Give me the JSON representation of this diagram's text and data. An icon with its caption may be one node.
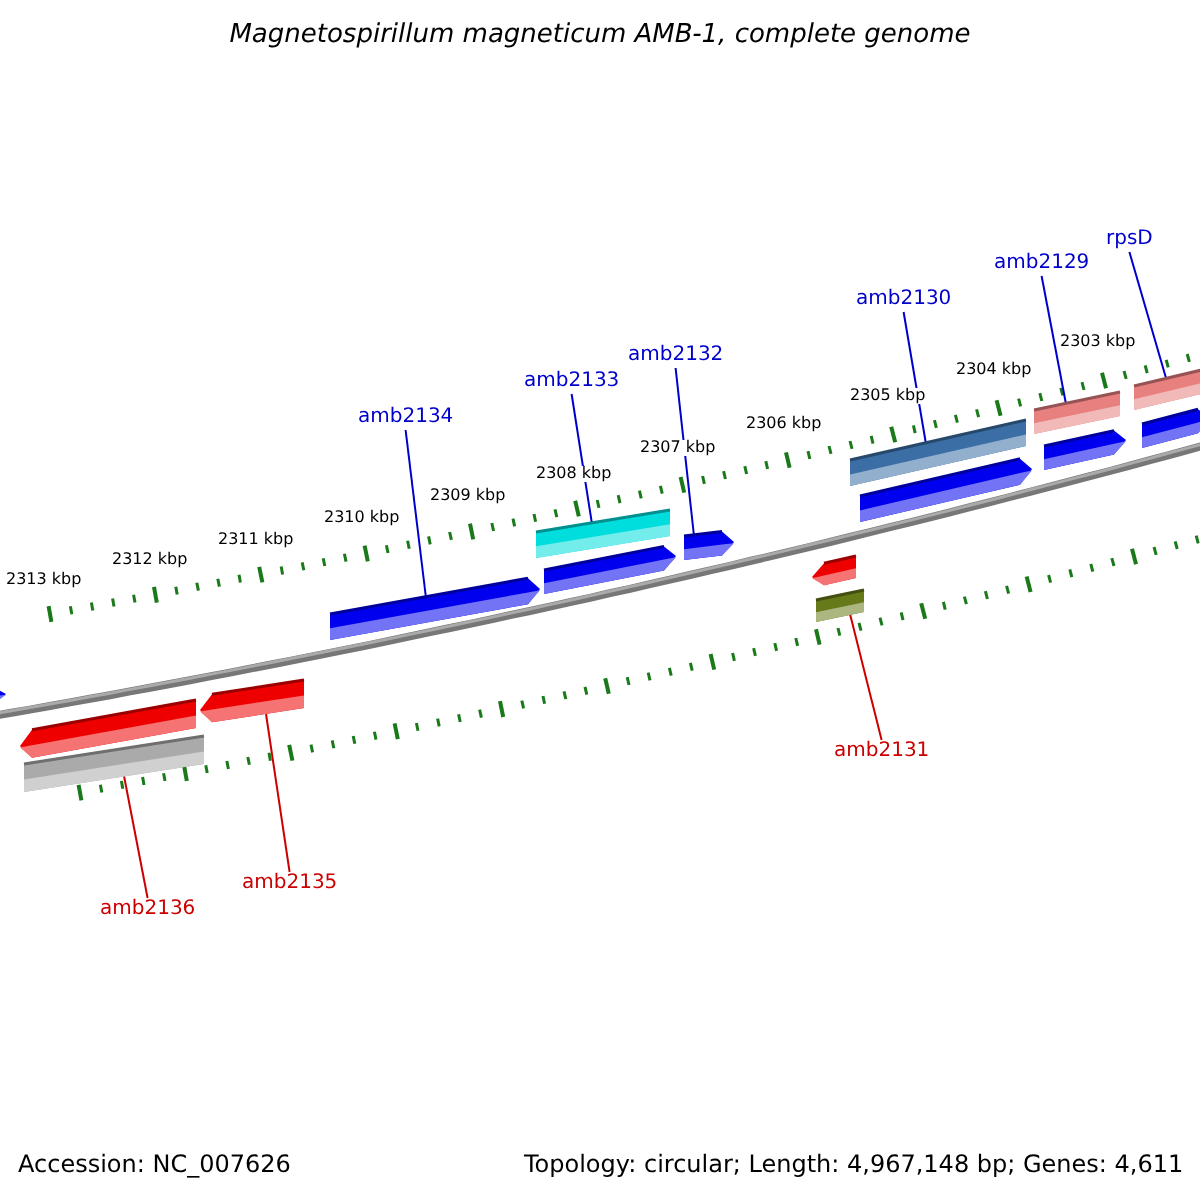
{
  "diagram": {
    "title": "Magnetospirillum magneticum AMB-1, complete genome",
    "nodes": [
      {
        "text": [
          "rpsD"
        ]
      },
      {
        "text": [
          "amb2129"
        ]
      },
      {
        "text": [
          "amb2130"
        ]
      },
      {
        "text": [
          "amb2132"
        ]
      },
      {
        "text": [
          "amb2133"
        ]
      },
      {
        "text": [
          "amb2134"
        ]
      },
      {
        "text": [
          "amb2131"
        ]
      },
      {
        "text": [
          "amb2135"
        ]
      },
      {
        "text": [
          "amb2136"
        ]
      },
      {
        "text": [],
        "shape": "bar"
      },
      {
        "text": [],
        "shape": "bar"
      },
      {
        "text": [],
        "shape": "bar"
      },
      {
        "text": [],
        "shape": "bar"
      },
      {
        "text": [],
        "shape": "bar"
      },
      {
        "text": [],
        "shape": "bar"
      },
      {
        "text": [],
        "shape": "bar"
      },
      {
        "text": [],
        "shape": "bar"
      },
      {
        "text": [],
        "shape": "bar"
      },
      {
        "text": [],
        "shape": "bar"
      },
      {
        "text": [],
        "shape": "bar"
      },
      {
        "text": [],
        "shape": "bar"
      },
      {
        "text": [],
        "shape": "bar"
      },
      {
        "text": [],
        "shape": "bar"
      },
      {
        "text": [],
        "shape": "bar"
      },
      {
        "text": [],
        "shape": "bar"
      }
    ],
    "edges": [
      {
        "from": 0,
        "to": 23,
        "arrow": "none"
      },
      {
        "from": 1,
        "to": 21,
        "arrow": "none"
      },
      {
        "from": 2,
        "to": 19,
        "arrow": "none"
      },
      {
        "from": 3,
        "to": 16,
        "arrow": "none"
      },
      {
        "from": 4,
        "to": 14,
        "arrow": "none"
      },
      {
        "from": 5,
        "to": 13,
        "arrow": "none"
      },
      {
        "from": 6,
        "to": 18,
        "arrow": "none",
        "color": "#cc0000"
      },
      {
        "from": 7,
        "to": 12,
        "arrow": "none",
        "color": "#cc0000"
      },
      {
        "from": 8,
        "to": 11,
        "arrow": "none",
        "color": "#cc0000"
      }
    ],
    "labels": [
      "2303 kbp",
      "2304 kbp",
      "2305 kbp",
      "2306 kbp",
      "2307 kbp",
      "2308 kbp",
      "2309 kbp",
      "2310 kbp",
      "2311 kbp",
      "2312 kbp",
      "2313 kbp",
      "Accession: NC_007626",
      "Topology: circular; Length: 4,967,148 bp; Genes: 4,611"
    ]
  }
}
